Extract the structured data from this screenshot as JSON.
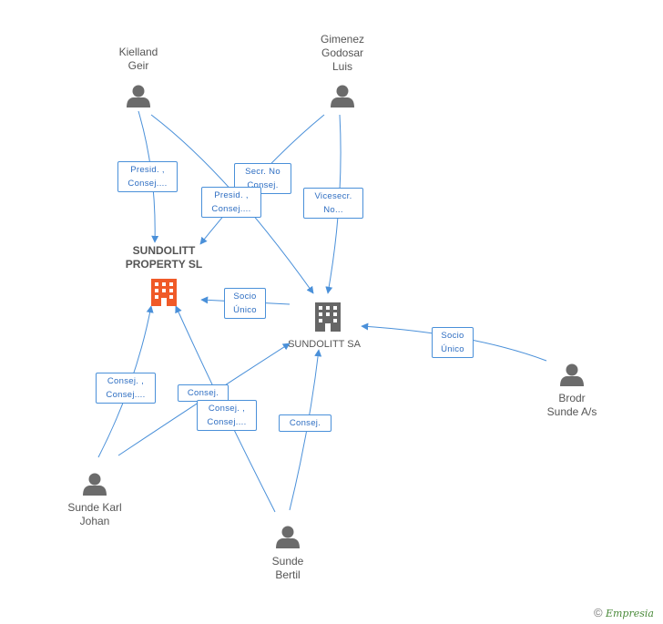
{
  "persons": [
    {
      "id": "kielland",
      "name": "Kielland\nGeir"
    },
    {
      "id": "gimenez",
      "name": "Gimenez\nGodosar\nLuis"
    },
    {
      "id": "brodr",
      "name": "Brodr\nSunde A/s"
    },
    {
      "id": "sunde-karl",
      "name": "Sunde Karl\nJohan"
    },
    {
      "id": "sunde-bertil",
      "name": "Sunde\nBertil"
    }
  ],
  "companies": [
    {
      "id": "sundolitt-property",
      "name": "SUNDOLITT\nPROPERTY SL",
      "color": "#f05a28"
    },
    {
      "id": "sundolitt-sa",
      "name": "SUNDOLITT SA",
      "color": "#666666"
    }
  ],
  "edge_labels": [
    {
      "id": "kielland-property",
      "text": "Presid. ,\nConsej...."
    },
    {
      "id": "gimenez-property",
      "text": "Secr. No\nConsej."
    },
    {
      "id": "kielland-sa",
      "text": "Presid. ,\nConsej...."
    },
    {
      "id": "gimenez-sa",
      "text": "Vicesecr.\nNo..."
    },
    {
      "id": "sa-property",
      "text": "Socio\nÚnico"
    },
    {
      "id": "brodr-sa",
      "text": "Socio\nÚnico"
    },
    {
      "id": "karl-property",
      "text": "Consej. ,\nConsej...."
    },
    {
      "id": "karl-sa",
      "text": "Consej."
    },
    {
      "id": "bertil-property",
      "text": "Consej. ,\nConsej...."
    },
    {
      "id": "bertil-sa",
      "text": "Consej."
    }
  ],
  "colors": {
    "edge": "#4a90d9",
    "person": "#6b6b6b"
  },
  "footer": {
    "copyright": "©",
    "brand": "Empresia"
  }
}
